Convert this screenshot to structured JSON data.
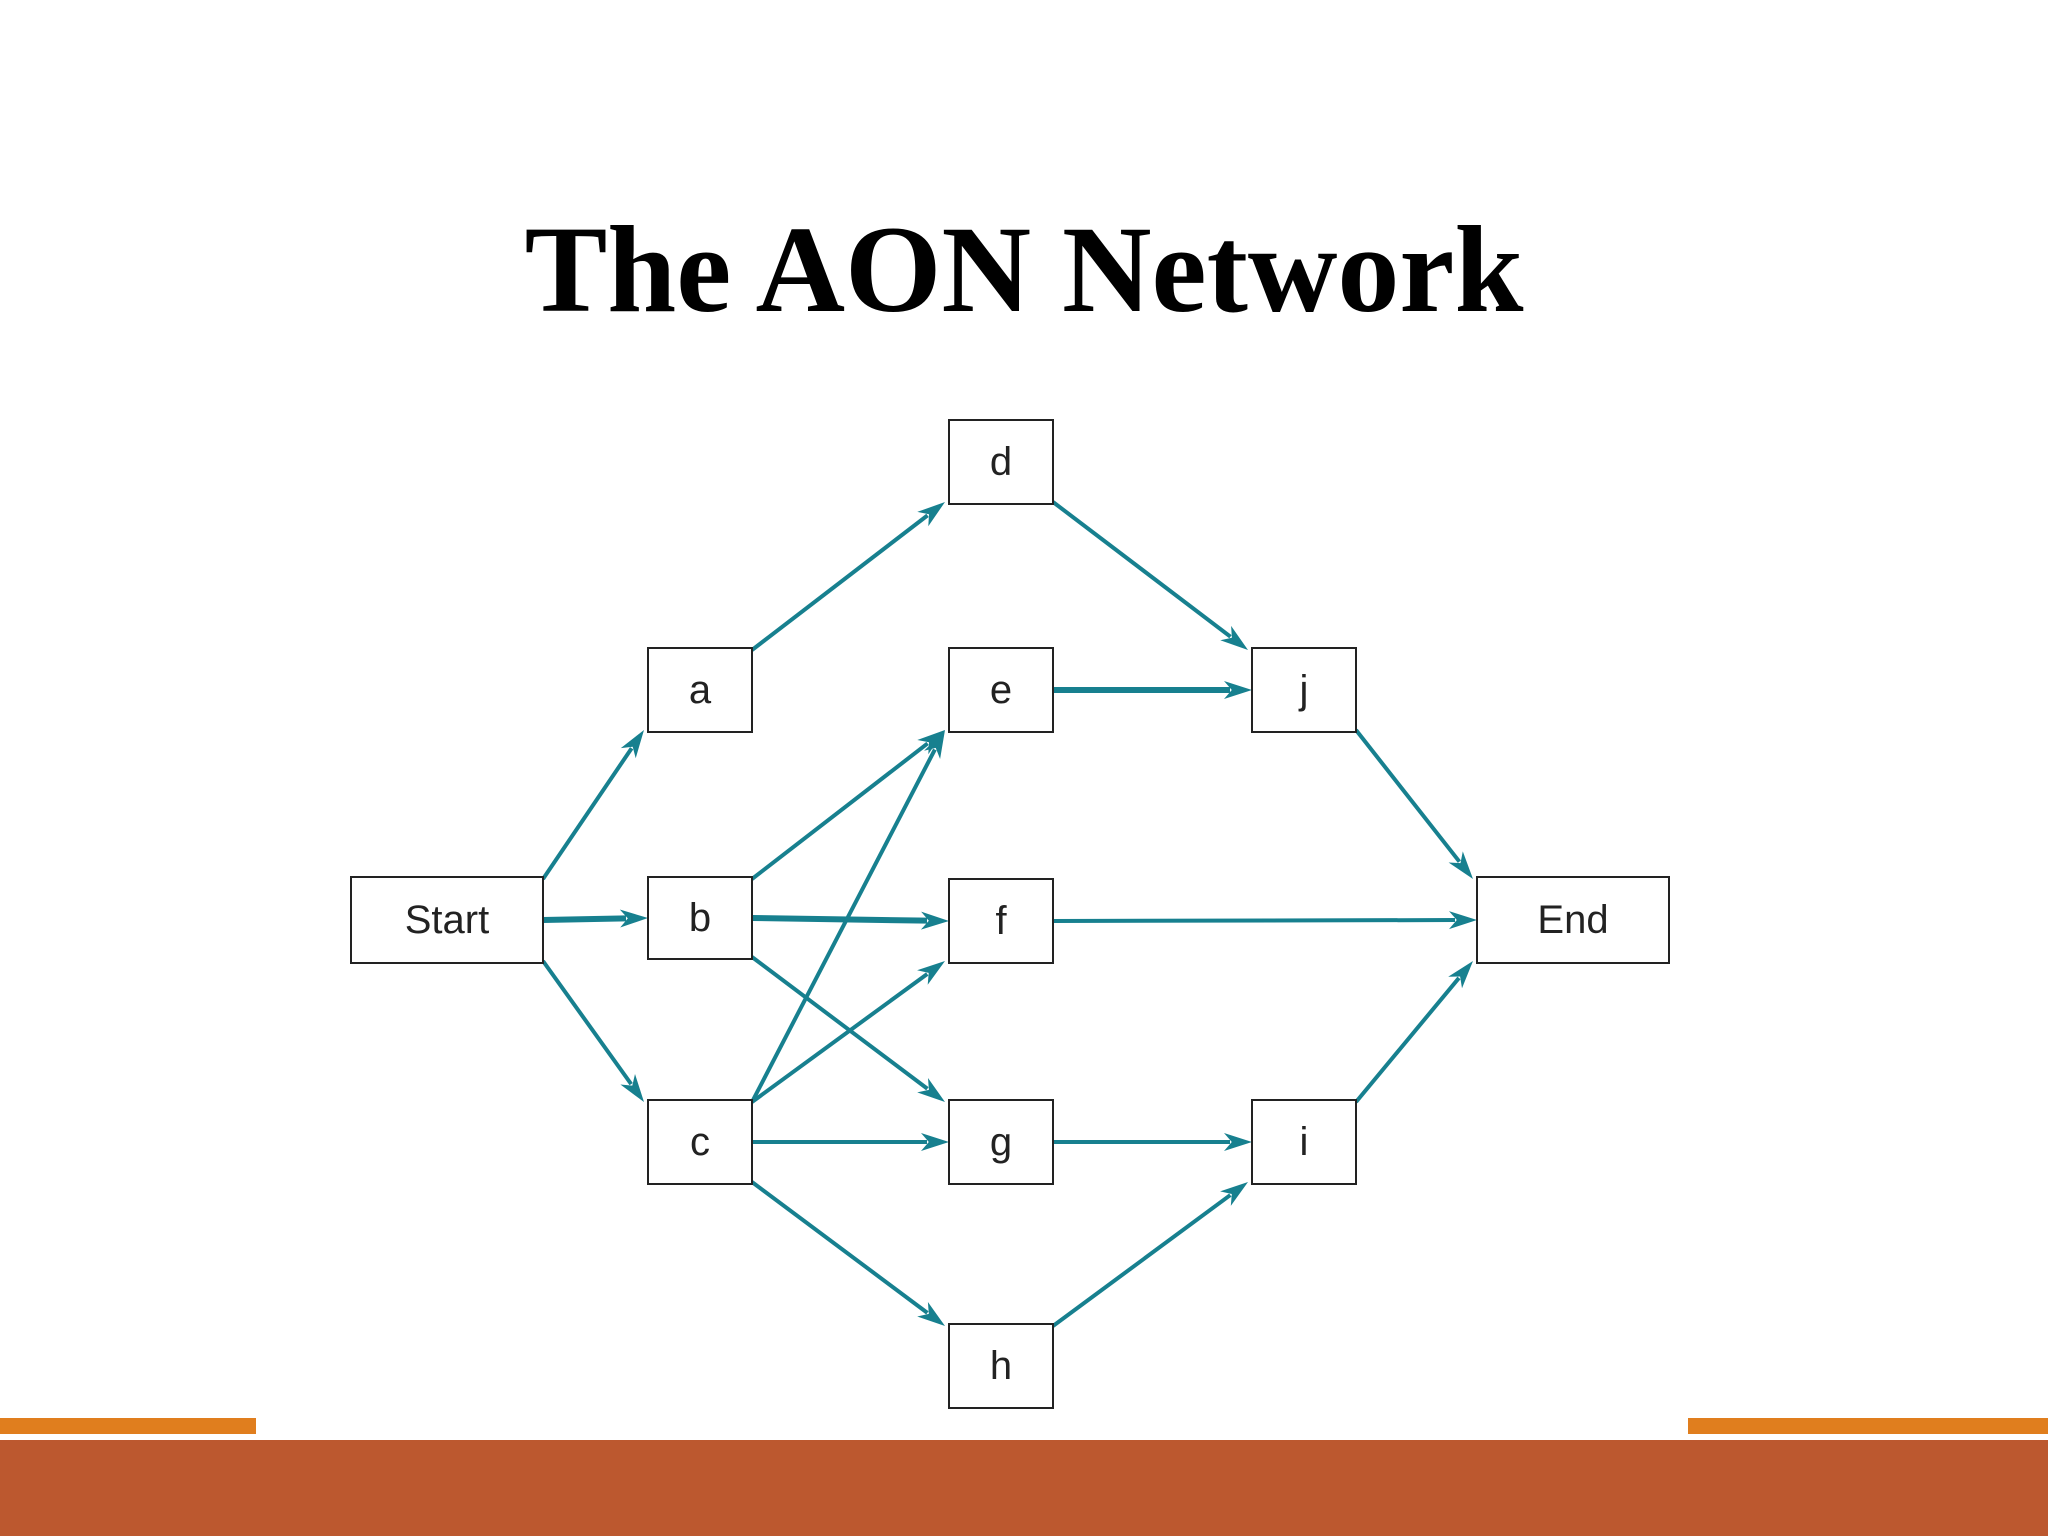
{
  "slide": {
    "title": "The AON Network"
  },
  "colors": {
    "arrow": "#17808f",
    "node_border": "#222222",
    "footer_bar": "#bc582f",
    "footer_stripe": "#e07e1e"
  },
  "diagram": {
    "nodes": [
      {
        "id": "start",
        "label": "Start"
      },
      {
        "id": "a",
        "label": "a"
      },
      {
        "id": "b",
        "label": "b"
      },
      {
        "id": "c",
        "label": "c"
      },
      {
        "id": "d",
        "label": "d"
      },
      {
        "id": "e",
        "label": "e"
      },
      {
        "id": "f",
        "label": "f"
      },
      {
        "id": "g",
        "label": "g"
      },
      {
        "id": "h",
        "label": "h"
      },
      {
        "id": "i",
        "label": "i"
      },
      {
        "id": "j",
        "label": "j"
      },
      {
        "id": "end",
        "label": "End"
      }
    ],
    "edges": [
      {
        "from": "start",
        "to": "a",
        "critical": false
      },
      {
        "from": "start",
        "to": "b",
        "critical": true
      },
      {
        "from": "start",
        "to": "c",
        "critical": false
      },
      {
        "from": "a",
        "to": "d",
        "critical": false
      },
      {
        "from": "b",
        "to": "e",
        "critical": false
      },
      {
        "from": "b",
        "to": "f",
        "critical": true
      },
      {
        "from": "b",
        "to": "g",
        "critical": false
      },
      {
        "from": "c",
        "to": "e",
        "critical": false
      },
      {
        "from": "c",
        "to": "f",
        "critical": false
      },
      {
        "from": "c",
        "to": "g",
        "critical": false
      },
      {
        "from": "c",
        "to": "h",
        "critical": false
      },
      {
        "from": "d",
        "to": "j",
        "critical": false
      },
      {
        "from": "e",
        "to": "j",
        "critical": true
      },
      {
        "from": "f",
        "to": "end",
        "critical": false
      },
      {
        "from": "g",
        "to": "i",
        "critical": false
      },
      {
        "from": "h",
        "to": "i",
        "critical": false
      },
      {
        "from": "j",
        "to": "end",
        "critical": false
      },
      {
        "from": "i",
        "to": "end",
        "critical": false
      }
    ]
  }
}
